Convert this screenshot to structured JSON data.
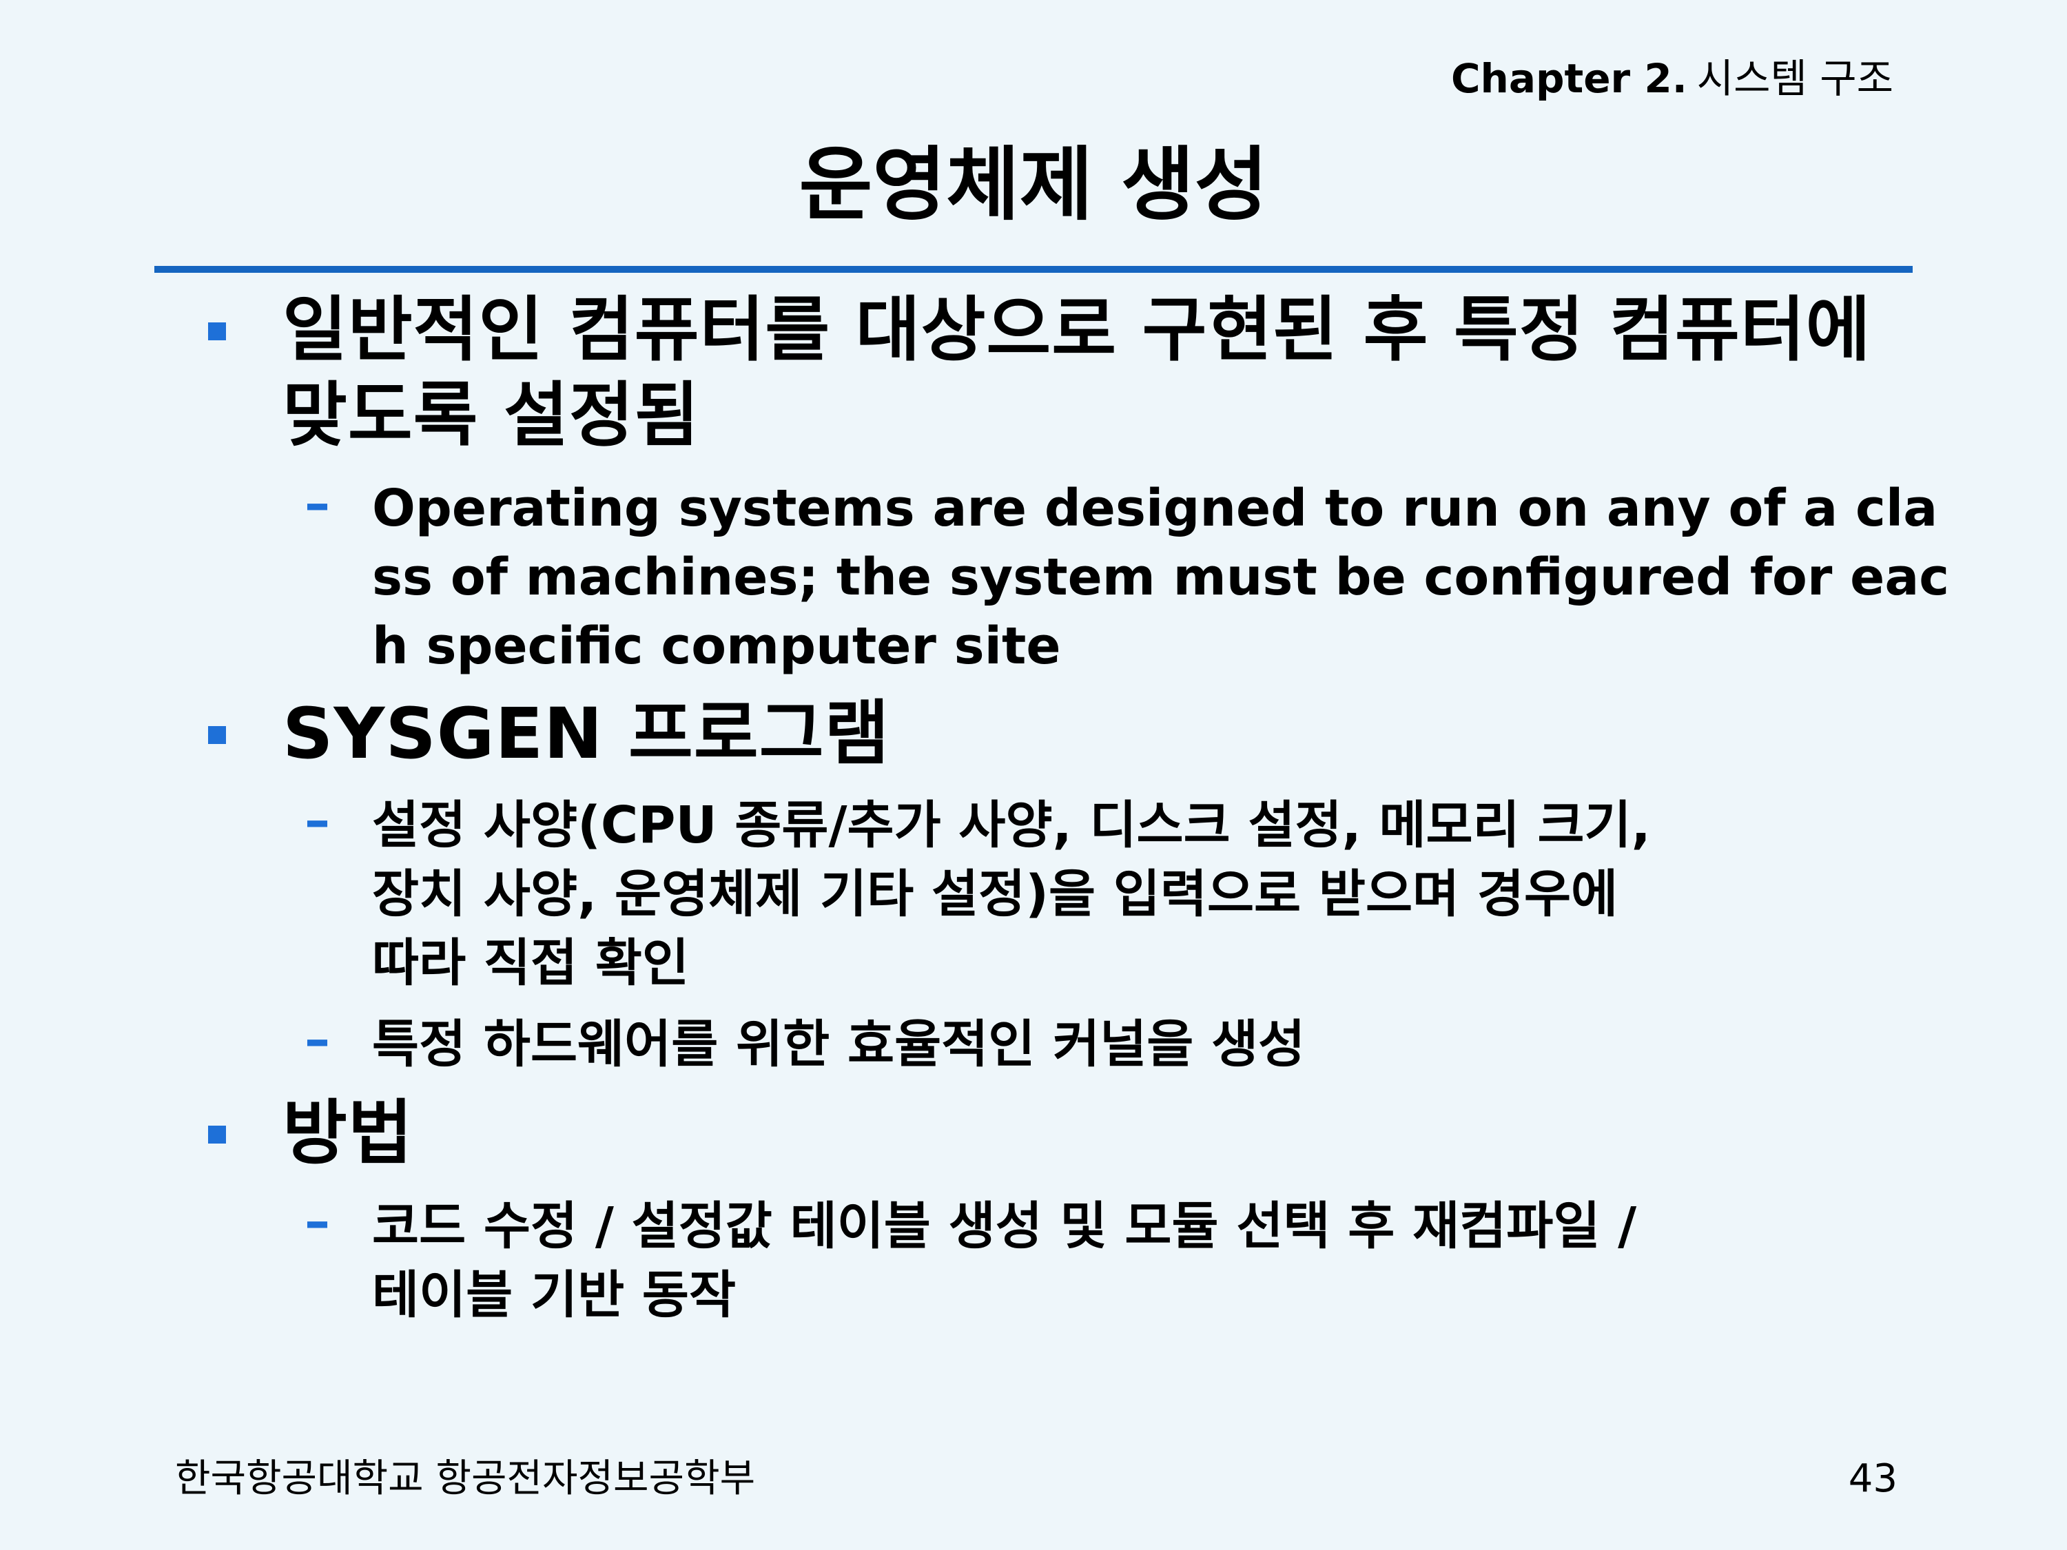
{
  "header": {
    "chapter_prefix": "Chapter 2.",
    "chapter_name": "시스템 구조"
  },
  "title": "운영체제 생성",
  "bullets": [
    {
      "lines": [
        "일반적인 컴퓨터를 대상으로 구현된 후 특정 컴퓨터에",
        "맞도록 설정됨"
      ],
      "subs": [
        {
          "lines": [
            "Operating systems are designed to run on any of a cla",
            "ss of machines; the system must be configured for eac",
            "h specific computer site"
          ]
        }
      ]
    },
    {
      "lines": [
        "SYSGEN 프로그램"
      ],
      "subs": [
        {
          "lines": [
            "설정 사양(CPU 종류/추가 사양, 디스크 설정, 메모리 크기,",
            "장치 사양, 운영체제 기타 설정)을 입력으로 받으며  경우에",
            "따라 직접 확인"
          ]
        },
        {
          "lines": [
            "특정 하드웨어를 위한 효율적인 커널을 생성"
          ]
        }
      ]
    },
    {
      "lines": [
        "방법"
      ],
      "subs": [
        {
          "lines": [
            "코드 수정 / 설정값 테이블 생성 및 모듈 선택 후 재컴파일 /",
            "테이블 기반 동작"
          ]
        }
      ]
    }
  ],
  "footer": {
    "institution": "한국항공대학교 항공전자정보공학부",
    "page_number": "43"
  },
  "colors": {
    "background": "#eef6fa",
    "accent": "#1e70d8",
    "rule": "#1565c0"
  }
}
